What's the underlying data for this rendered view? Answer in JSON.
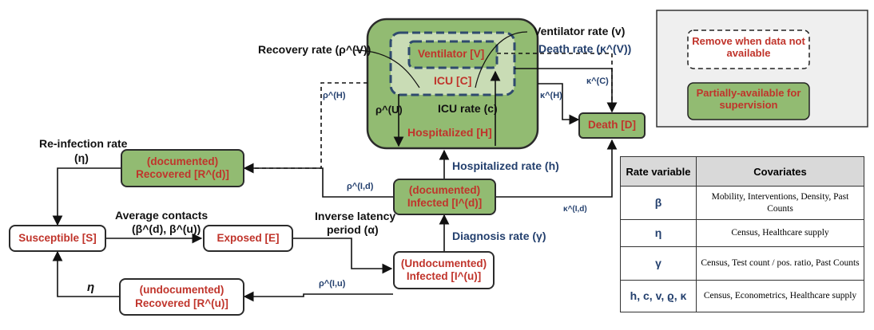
{
  "nodes": {
    "susceptible": "Susceptible [S]",
    "exposed": "Exposed [E]",
    "infected_undoc_1": "(Undocumented)",
    "infected_undoc_2": "Infected [I^(u)]",
    "infected_doc_1": "(documented)",
    "infected_doc_2": "Infected [I^(d)]",
    "recovered_doc_1": "(documented)",
    "recovered_doc_2": "Recovered [R^(d)]",
    "recovered_undoc_1": "(undocumented)",
    "recovered_undoc_2": "Recovered [R^(u)]",
    "hospitalized": "Hospitalized [H]",
    "icu": "ICU [C]",
    "ventilator": "Ventilator [V]",
    "death": "Death [D]"
  },
  "rates": {
    "reinfection_1": "Re-infection rate",
    "reinfection_2": "(η)",
    "contacts_1": "Average contacts",
    "contacts_2": "(β^(d), β^(u))",
    "latency_1": "Inverse latency",
    "latency_2": "period (α)",
    "diagnosis": "Diagnosis rate (γ)",
    "hospitalized": "Hospitalized rate (h)",
    "icu": "ICU rate (c)",
    "ventilator": "Ventilator rate (v)",
    "recovery": "Recovery rate (ρ^(V))",
    "death": "Death rate (κ^(V))",
    "eta": "η",
    "rho_u": "ρ^(U)",
    "rho_h": "ρ^(H)",
    "kappa_h": "κ^(H)",
    "kappa_c": "κ^(C)",
    "rho_id": "ρ^(I,d)",
    "kappa_id": "κ^(I,d)",
    "rho_iu": "ρ^(I,u)"
  },
  "legend": {
    "remove": "Remove when data not available",
    "partial": "Partially-available for supervision"
  },
  "table": {
    "headers": [
      "Rate variable",
      "Covariates"
    ],
    "rows": [
      {
        "var": "β",
        "cov": "Mobility, Interventions, Density, Past Counts"
      },
      {
        "var": "η",
        "cov": "Census, Healthcare supply"
      },
      {
        "var": "γ",
        "cov": "Census, Test count / pos. ratio, Past Counts"
      },
      {
        "var": "h, c, v, ϱ, κ",
        "cov": "Census, Econometrics, Healthcare supply"
      }
    ]
  },
  "colors": {
    "green_fill": "#92bb72",
    "green_light": "#c9dcb5",
    "red_text": "#c0342b",
    "navy_text": "#24406e",
    "dashed_border": "#2f4a6e"
  }
}
